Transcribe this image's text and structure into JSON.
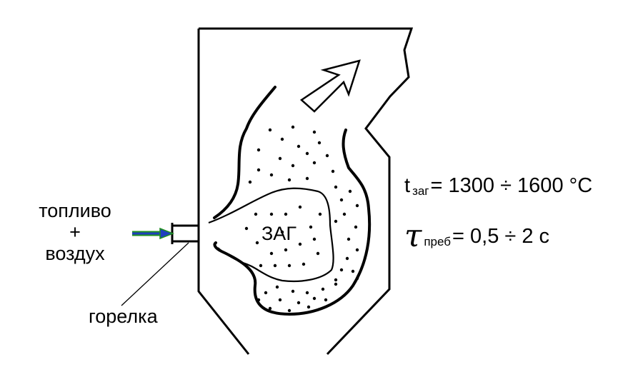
{
  "labels": {
    "fuel_line1": "топливо",
    "fuel_line2": "+",
    "fuel_line3": "воздух",
    "burner": "горелка",
    "zone": "ЗАГ"
  },
  "formula_temperature": {
    "symbol": "t",
    "subscript": "заг",
    "value": "= 1300 ÷ 1600 °C"
  },
  "formula_time": {
    "symbol": "τ",
    "subscript": "преб",
    "value": "= 0,5 ÷ 2 с"
  },
  "colors": {
    "ink": "#000000",
    "arrow_fill": "#1f3fbf",
    "arrow_edge": "#1f8f1f"
  }
}
